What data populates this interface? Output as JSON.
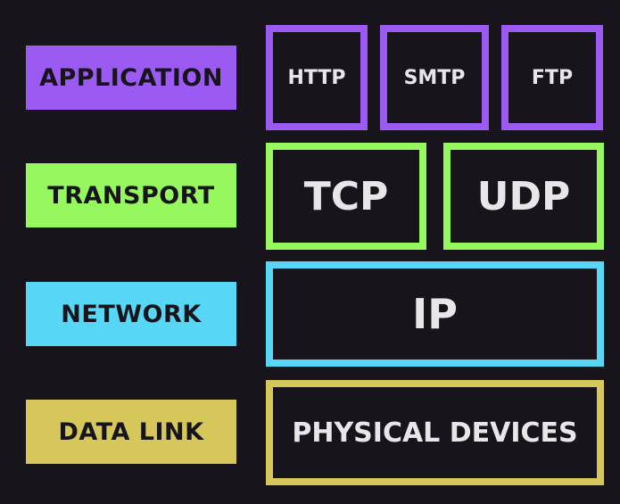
{
  "layers": [
    {
      "label": "APPLICATION",
      "color": "#9b5bf3",
      "protocols": [
        "HTTP",
        "SMTP",
        "FTP"
      ]
    },
    {
      "label": "TRANSPORT",
      "color": "#97f75f",
      "protocols": [
        "TCP",
        "UDP"
      ]
    },
    {
      "label": "NETWORK",
      "color": "#57d7f5",
      "protocols": [
        "IP"
      ]
    },
    {
      "label": "DATA LINK",
      "color": "#d6c75a",
      "protocols": [
        "PHYSICAL DEVICES"
      ]
    }
  ],
  "background": "#17151b"
}
